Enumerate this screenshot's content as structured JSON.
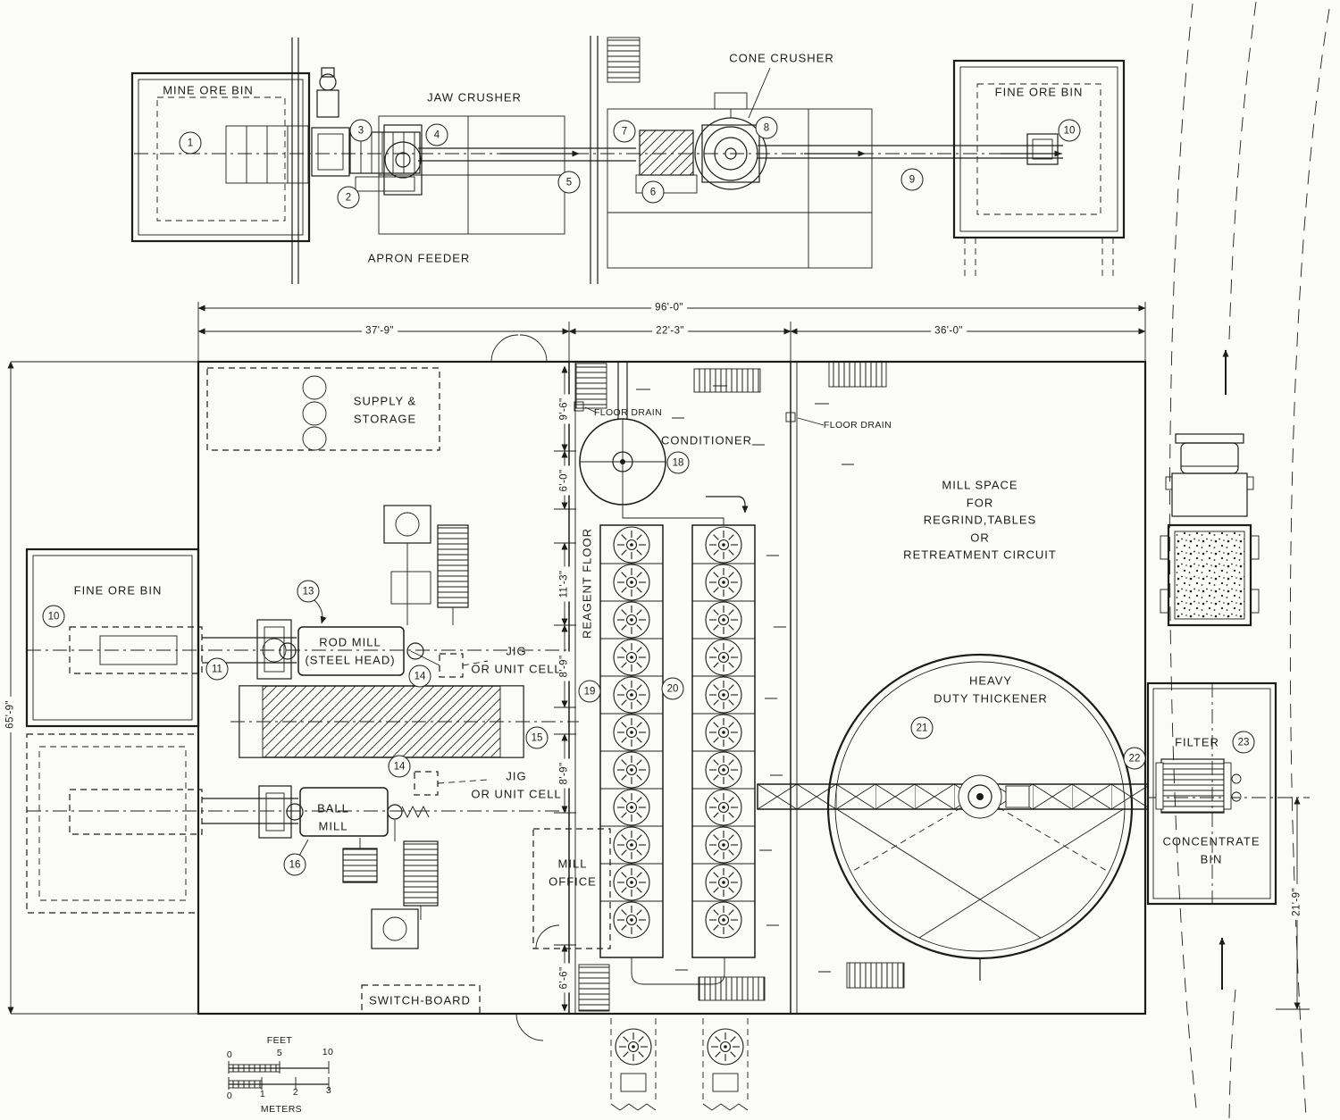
{
  "labels": {
    "mine_ore_bin": "MINE ORE BIN",
    "jaw_crusher": "JAW CRUSHER",
    "cone_crusher": "CONE CRUSHER",
    "fine_ore_bin_top": "FINE ORE BIN",
    "apron_feeder": "APRON FEEDER",
    "supply_storage": "SUPPLY &\nSTORAGE",
    "floor_drain_left": "FLOOR DRAIN",
    "floor_drain_right": "FLOOR DRAIN",
    "conditioner": "CONDITIONER",
    "mill_space": "MILL SPACE\nFOR\nREGRIND,TABLES\nOR\nRETREATMENT CIRCUIT",
    "fine_ore_bin_left": "FINE ORE BIN",
    "rod_mill": "ROD MILL\n(STEEL HEAD)",
    "jig_upper": "JIG\nOR UNIT CELL",
    "jig_lower": "JIG\nOR UNIT CELL",
    "reagent_floor": "REAGENT FLOOR",
    "ball_mill": "BALL\nMILL",
    "mill_office": "MILL\nOFFICE",
    "switch_board": "SWITCH-BOARD",
    "heavy_duty_thickener": "HEAVY\nDUTY THICKENER",
    "filter": "FILTER",
    "concentrate_bin": "CONCENTRATE\nBIN"
  },
  "dimensions": {
    "overall_width": "96'-0\"",
    "west_bay": "37'-9\"",
    "center_bay": "22'-3\"",
    "east_bay": "36'-0\"",
    "overall_depth": "65'-9\"",
    "dim_9_6": "9'-6\"",
    "dim_6_0": "6'-0\"",
    "dim_11_3": "11'-3\"",
    "dim_8_9_a": "8'-9\"",
    "dim_8_9_b": "8'-9\"",
    "dim_6_6": "6'-6\"",
    "dim_21_9": "21'-9\""
  },
  "callouts": {
    "c1": "1",
    "c2": "2",
    "c3": "3",
    "c4": "4",
    "c5": "5",
    "c6": "6",
    "c7": "7",
    "c8": "8",
    "c9": "9",
    "c10": "10",
    "c10b": "10",
    "c11": "11",
    "c13": "13",
    "c14a": "14",
    "c14b": "14",
    "c15": "15",
    "c16": "16",
    "c18": "18",
    "c19": "19",
    "c20": "20",
    "c21": "21",
    "c22": "22",
    "c23": "23"
  },
  "scale": {
    "feet_label": "FEET",
    "meters_label": "METERS",
    "feet_0": "0",
    "feet_5": "5",
    "feet_10": "10",
    "m_0": "0",
    "m_1": "1",
    "m_2": "2",
    "m_3": "3"
  }
}
